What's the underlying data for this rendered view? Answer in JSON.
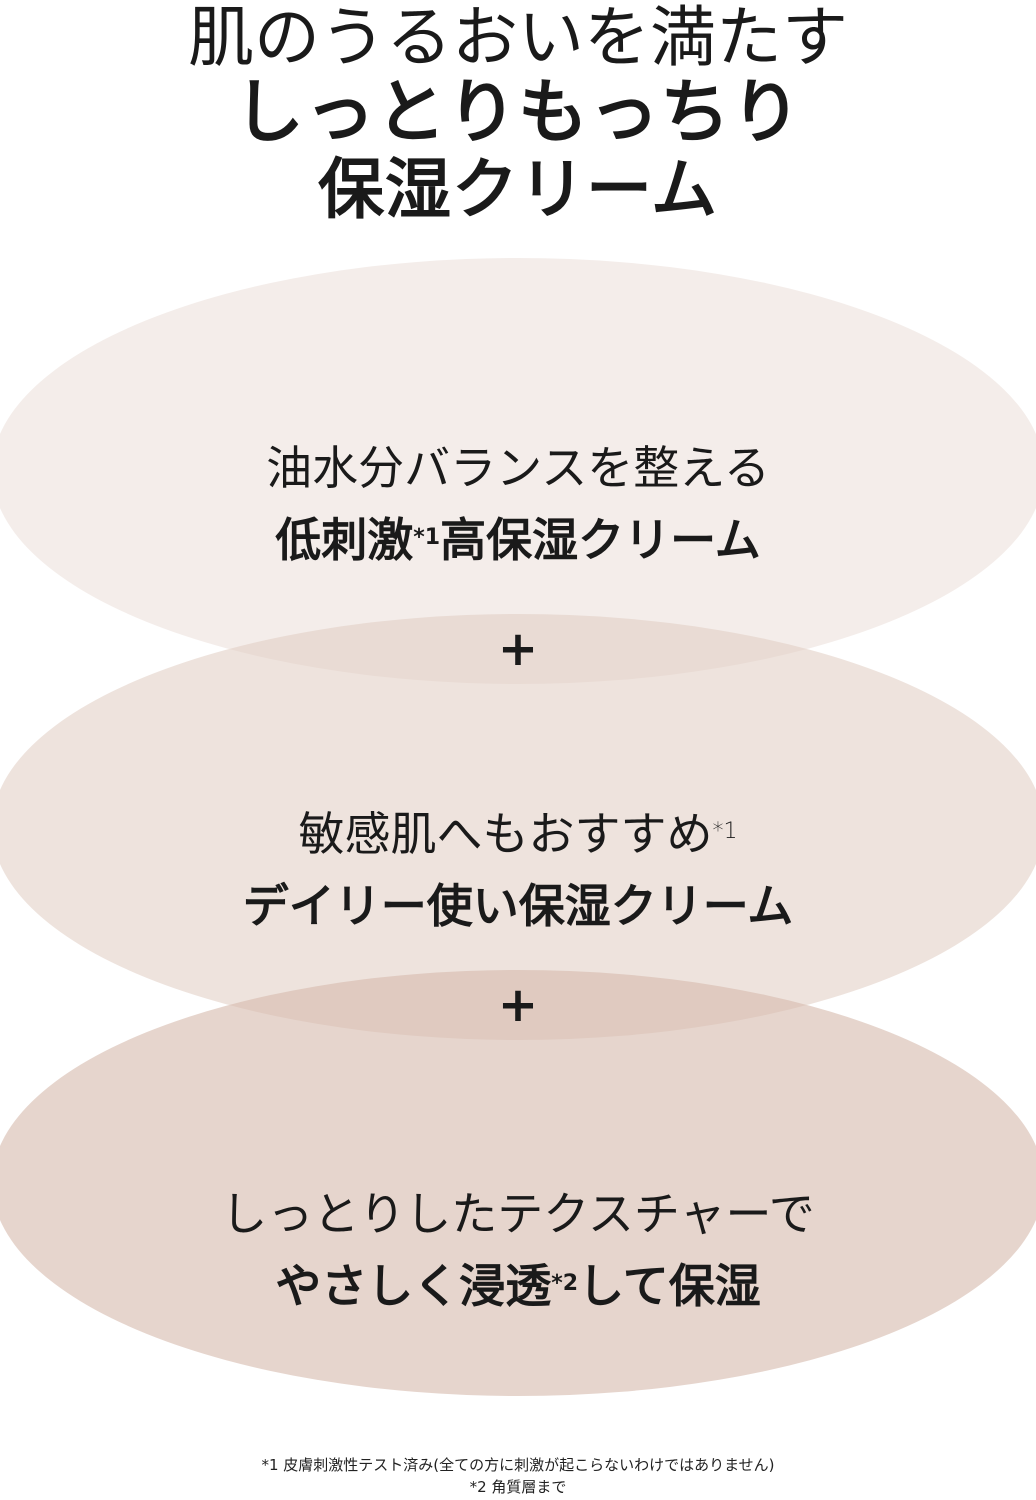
{
  "headline": {
    "line1": "肌のうるおいを満たす",
    "line2": "しっとりもっちり",
    "line3": "保湿クリーム"
  },
  "features": [
    {
      "lead": "油水分バランスを整える",
      "main_a": "低刺激",
      "main_sup": "*1",
      "main_b": "高保湿クリーム"
    },
    {
      "lead": "敏感肌へもおすすめ",
      "lead_sup": "*1",
      "main": "デイリー使い保湿クリーム"
    },
    {
      "lead": "しっとりしたテクスチャーで",
      "main_a": "やさしく浸透",
      "main_sup": "*2",
      "main_b": "して保湿"
    }
  ],
  "plus_symbol": "+",
  "footnotes": {
    "note1": "*1 皮膚刺激性テスト済み(全ての方に刺激が起こらないわけではありません)",
    "note2": "*2 角質層まで"
  }
}
